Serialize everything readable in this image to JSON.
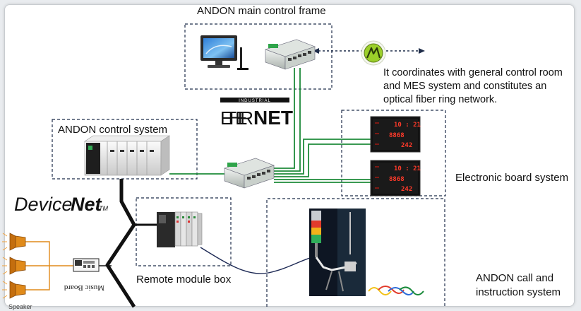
{
  "labels": {
    "main_frame": "ANDON main control frame",
    "control_system": "ANDON control system",
    "electronic_board": "Electronic board system",
    "remote_module": "Remote module box",
    "call_system_line1": "ANDON call and",
    "call_system_line2": "instruction system",
    "note_line1": "It coordinates with general control room",
    "note_line2": "and MES system and constitutes an",
    "note_line3": "optical fiber ring network.",
    "ethernet_small": "INDUSTRIAL",
    "ethernet_big_1": "ETHER",
    "ethernet_big_2": "NET",
    "devicenet_1": "Device",
    "devicenet_2": "Net",
    "devicenet_tm": "TM",
    "music_board": "Music Board",
    "speaker": "Speaker"
  },
  "boards": [
    {
      "time": "10 : 21",
      "count": "8868",
      "value": "242"
    },
    {
      "time": "10 : 21",
      "count": "8868",
      "value": "242"
    }
  ],
  "colors": {
    "ethernet_link": "#1e8b3a",
    "devicenet_bus": "#111111",
    "speaker": "#e08a1a",
    "speaker_wire": "#e08a1a",
    "dashed_box": "#1f2d4a",
    "fiber_icon": "#9bcf2a",
    "fiber_arrow": "#1f2d4a"
  }
}
